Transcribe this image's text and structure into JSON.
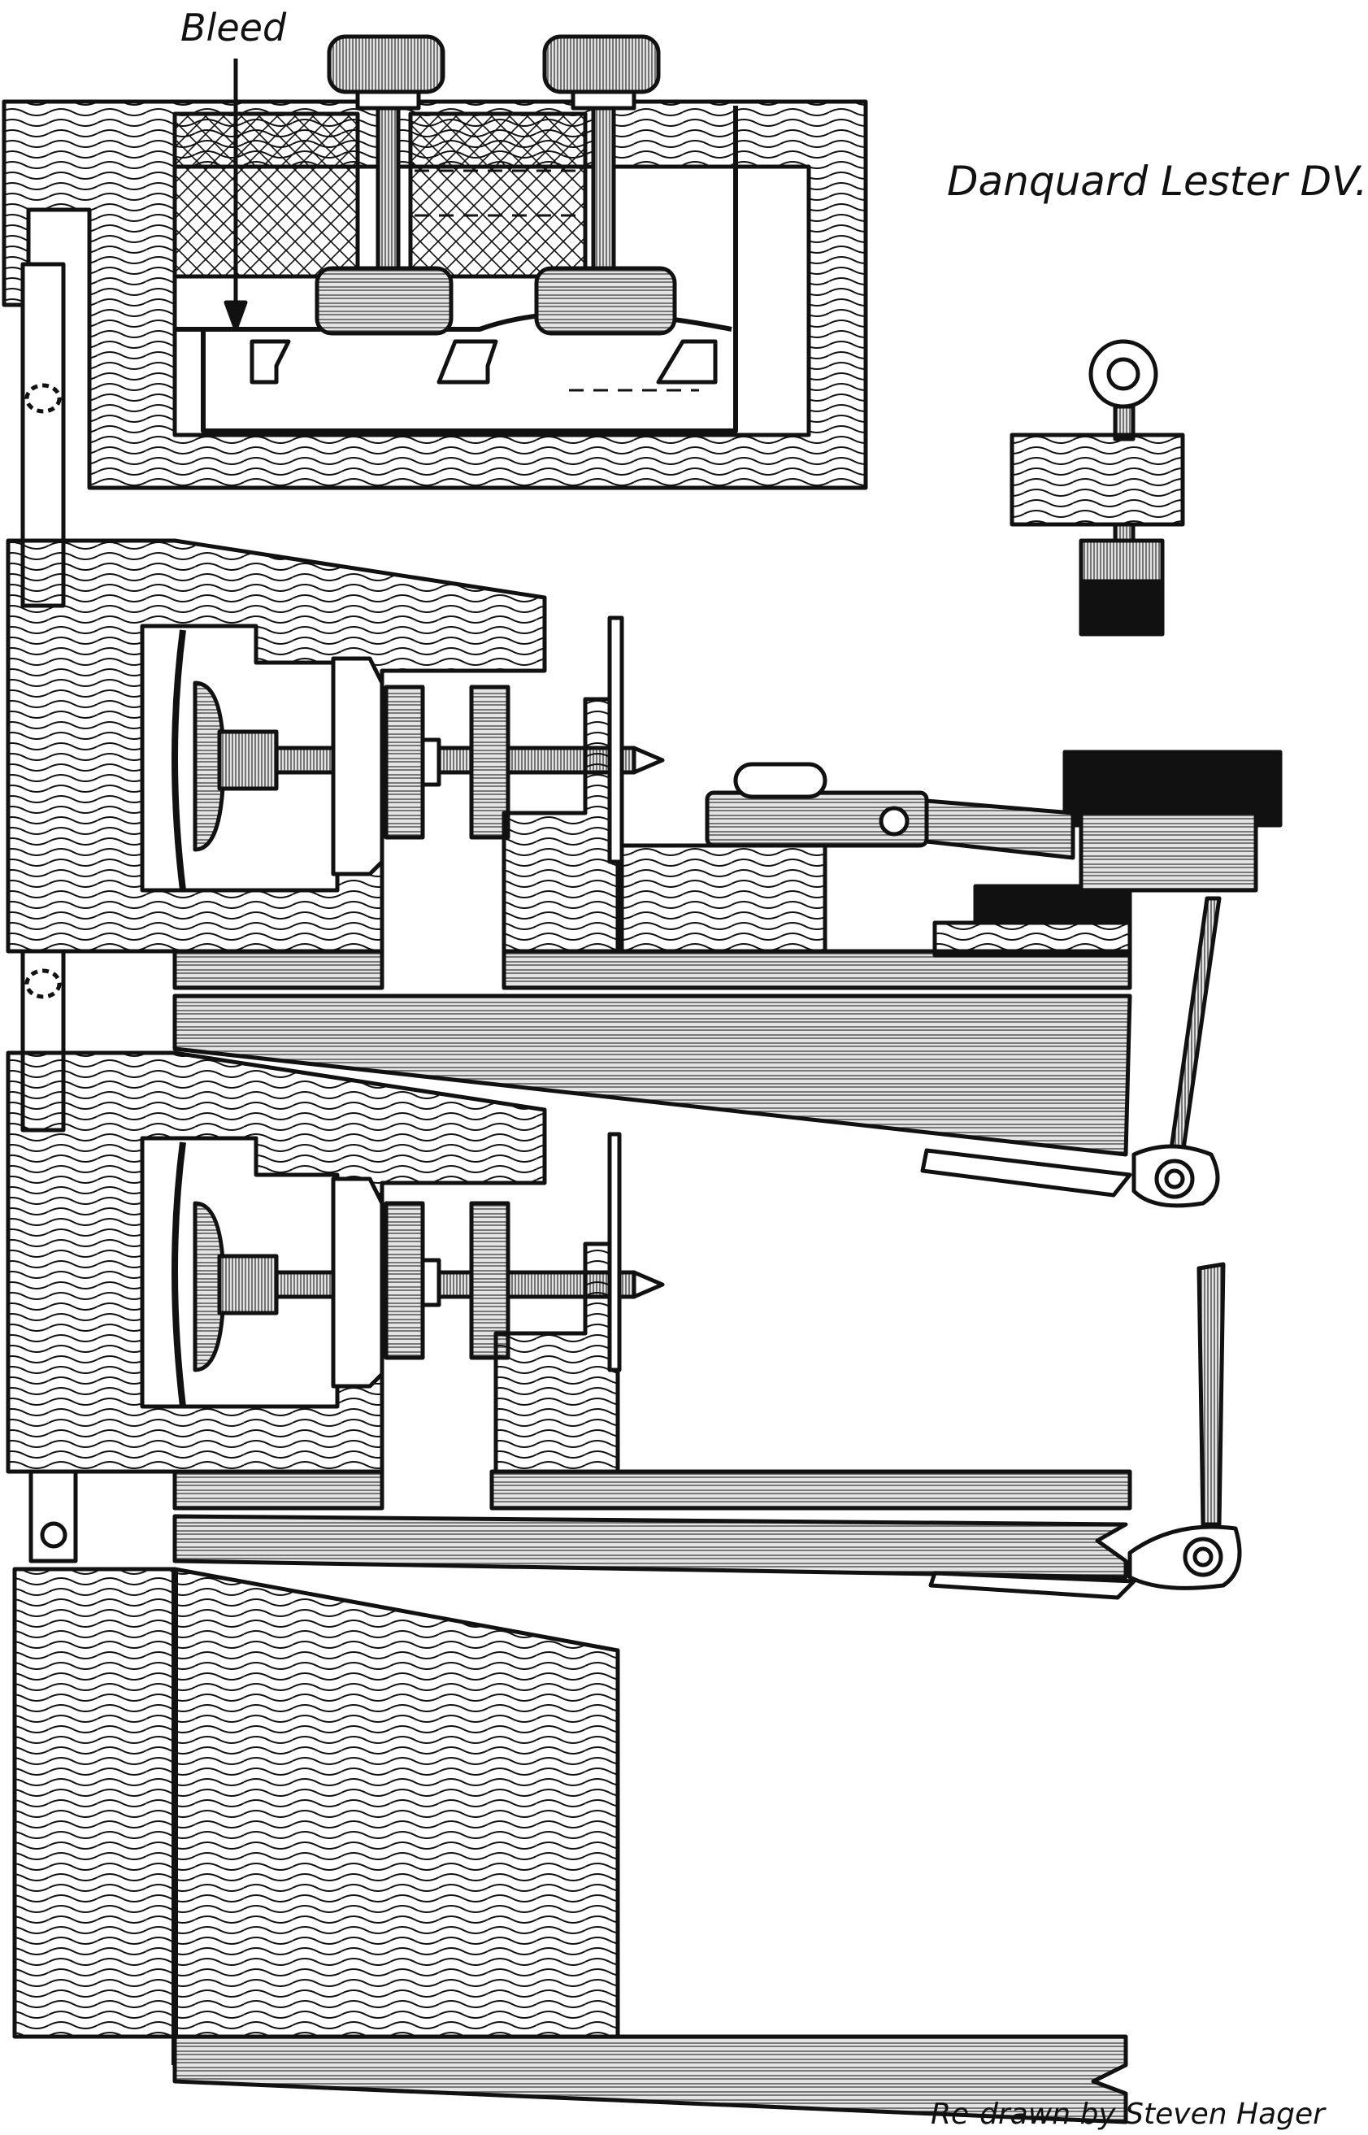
{
  "labels": {
    "bleed": "Bleed",
    "title": "Danquard Lester DV.",
    "credit": "Re-drawn by Steven Hager"
  },
  "colors": {
    "ink": "#111111",
    "paper": "#ffffff",
    "metal": "#dcdcdc",
    "felt": "#111111"
  }
}
